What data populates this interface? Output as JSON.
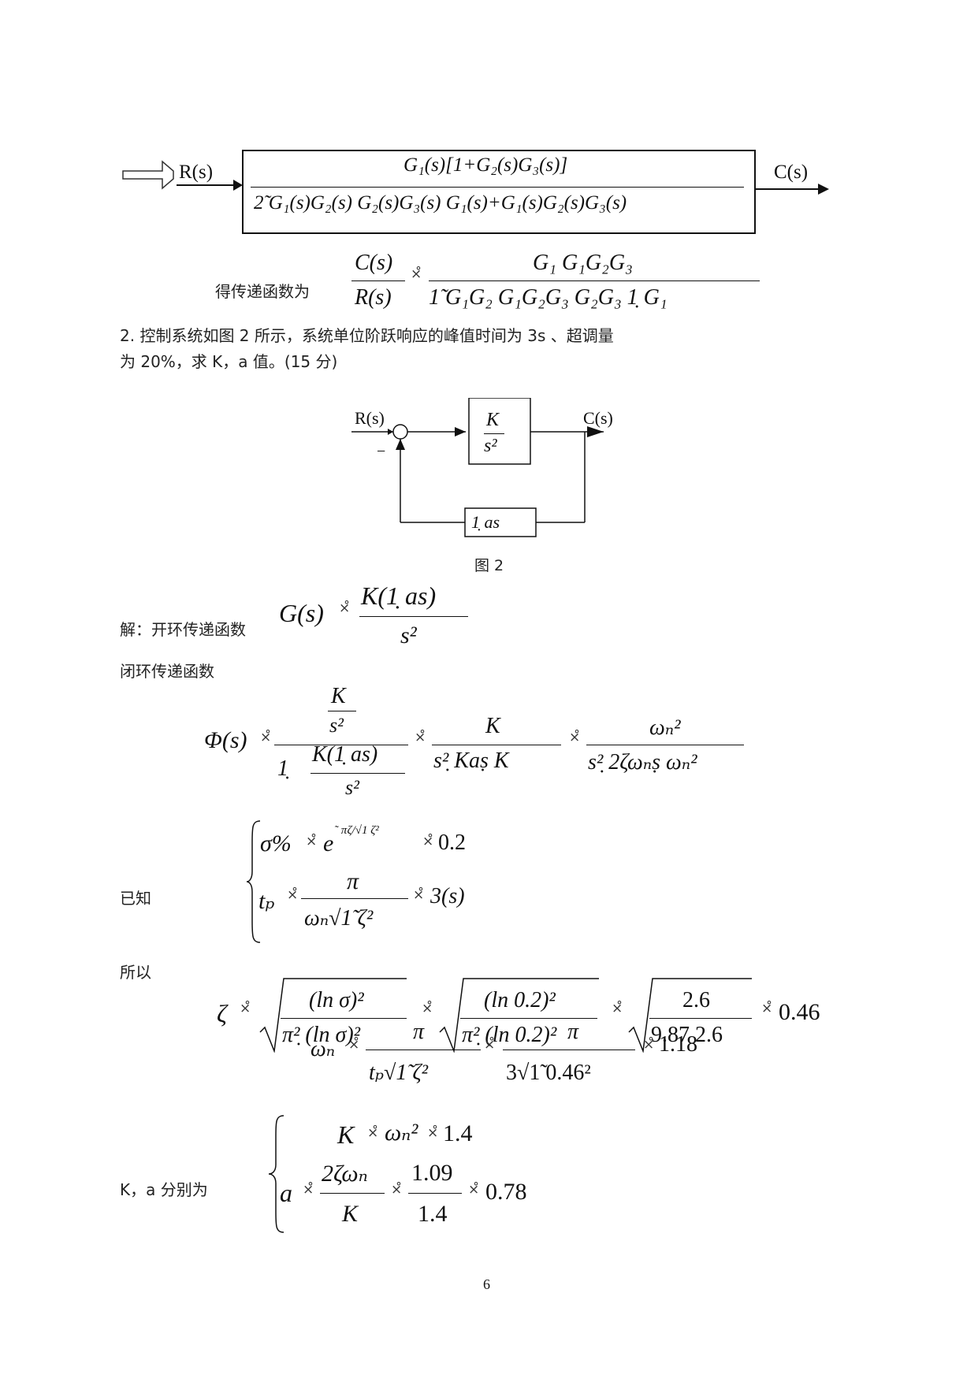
{
  "diagram1": {
    "input_label": "R(s)",
    "output_label": "C(s)",
    "numerator": "G₁(s)[1+G₂(s)G₃(s)]",
    "denominator": "2̃   G₁(s)G₂(s)    G₂(s)G₃(s)    G₁(s)+G₁(s)G₂(s)G₃(s)"
  },
  "tf1": {
    "label": "得传递函数为",
    "lhs_num": "C(s)",
    "lhs_den": "R(s)",
    "rhs_num": "G₁    G₁G₂G₃",
    "rhs_den": "1̃    G₁G₂    G₁G₂G₃    G₂G₃    1̣    G₁"
  },
  "problem": {
    "line1": "2.       控制系统如图 2 所示，系统单位阶跃响应的峰值时间为 3s 、超调量",
    "line2": "为 20%，求 K，a 值。(15 分)"
  },
  "diagram2": {
    "input_label": "R(s)",
    "output_label": "C(s)",
    "minus": "−",
    "forward_num": "K",
    "forward_den": "s²",
    "feedback": "1̣   as",
    "caption": "图 2"
  },
  "solution": {
    "open_loop_label": "解：开环传递函数",
    "open_loop_lhs": "G(s)",
    "open_loop_num": "K(1̣    as)",
    "open_loop_den": "s²",
    "closed_loop_label": "闭环传递函数",
    "phi_lhs": "Φ(s)",
    "phi_f1_top_num": "K",
    "phi_f1_top_den": "s²",
    "phi_f1_bottom_one": "1̣",
    "phi_f1_bottom_num": "K(1̣    as)",
    "phi_f1_bottom_den": "s²",
    "phi_f2_num": "K",
    "phi_f2_den": "s²̣    Kaṣ    K",
    "phi_f3_num": "ωₙ²",
    "phi_f3_den": "s²̣    2ζωₙṣ    ωₙ²",
    "known_label": "已知",
    "known_eq1_lhs": "σ%",
    "known_eq1_mid": "e",
    "known_eq1_exp": "˜  πζ/√1   ζ²",
    "known_eq1_rhs": "0.2",
    "known_eq2_lhs": "tₚ",
    "known_eq2_num": "π",
    "known_eq2_den": "ωₙ√1̃    ζ²",
    "known_eq2_rhs": "3(s)",
    "so_label": "所以",
    "zeta_lhs": "ζ",
    "zeta_r1_num": "(ln σ)²",
    "zeta_r1_den": "π²̣   (ln σ)²",
    "zeta_r2_num": "(ln 0.2)²",
    "zeta_r2_den": "π²̣   (ln 0.2)²",
    "zeta_r3_num": "2.6",
    "zeta_r3_den": "9.87    2.6",
    "zeta_result": "0.46",
    "omega_lhs": "ωₙ",
    "omega_f1_num": "π",
    "omega_f1_den": "tₚ√1̃    ζ²",
    "omega_f2_num": "π",
    "omega_f2_den": "3√1̃    0.46²",
    "omega_result": "1.18",
    "ka_label": "K，a 分别为",
    "ka_eq1": "K",
    "ka_eq1_mid": "ωₙ²",
    "ka_eq1_rhs": "1.4",
    "ka_eq2_lhs": "a",
    "ka_eq2_num1": "2ζωₙ",
    "ka_eq2_den1": "K",
    "ka_eq2_num2": "1.09",
    "ka_eq2_den2": "1.4",
    "ka_eq2_rhs": "0.78",
    "eq_glyph": "×̊"
  },
  "page_number": "6"
}
